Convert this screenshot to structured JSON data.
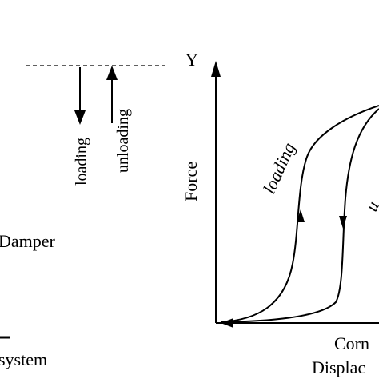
{
  "figure": {
    "left_panel": {
      "loading_label": "loading",
      "unloading_label": "unloading",
      "damper_label": "Damper",
      "system_label": "system"
    },
    "right_panel": {
      "y_axis_label": "Y",
      "force_label": "Force",
      "loading_curve_label": "loading",
      "unloading_curve_label_partial": "u",
      "x_axis_label_line1": "Corn",
      "x_axis_label_line2": "Displac"
    },
    "colors": {
      "ink": "#000000",
      "background": "#ffffff"
    }
  }
}
